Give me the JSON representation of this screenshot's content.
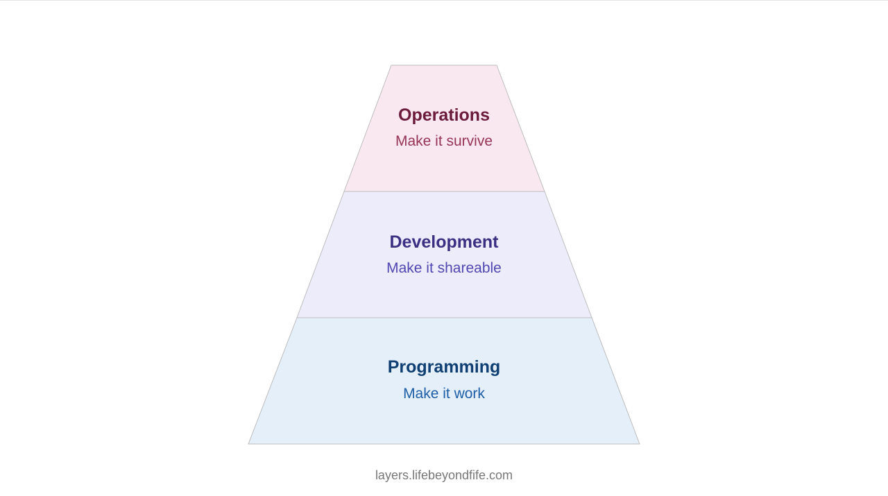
{
  "diagram": {
    "layers": [
      {
        "title": "Operations",
        "subtitle": "Make it survive",
        "fill": "#f9e8ef",
        "title_color": "#6b1a3a",
        "subtitle_color": "#963456"
      },
      {
        "title": "Development",
        "subtitle": "Make it shareable",
        "fill": "#edecfa",
        "title_color": "#3a2f82",
        "subtitle_color": "#5147b0"
      },
      {
        "title": "Programming",
        "subtitle": "Make it work",
        "fill": "#e4eff9",
        "title_color": "#0f3f73",
        "subtitle_color": "#1e5ea6"
      }
    ],
    "stroke": "#bdbdbd"
  },
  "footer": {
    "text": "layers.lifebeyondfife.com"
  }
}
